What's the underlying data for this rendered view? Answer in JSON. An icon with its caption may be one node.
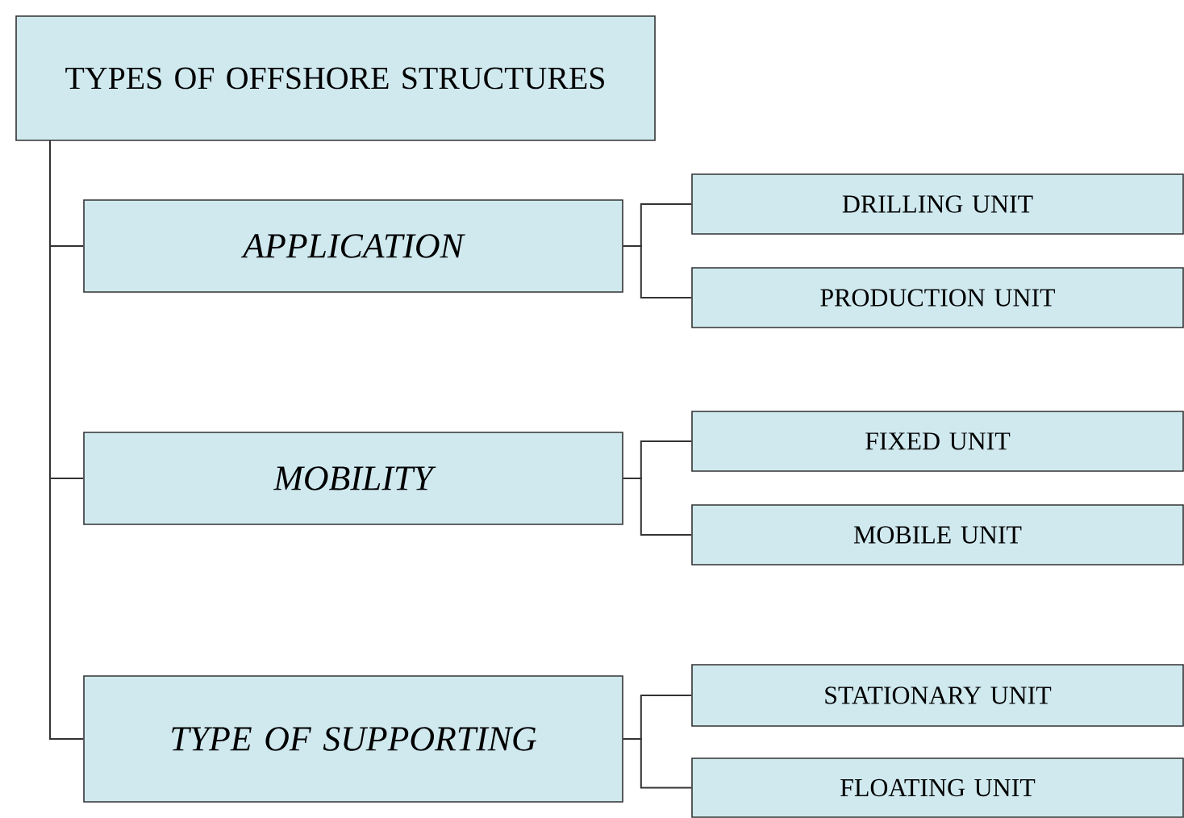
{
  "diagram": {
    "nodes": [
      {
        "text": [
          "TYPES OF OFFSHORE STRUCTURES"
        ]
      },
      {
        "text": [
          "APPLICATION"
        ]
      },
      {
        "text": [
          "DRILLING UNIT"
        ]
      },
      {
        "text": [
          "PRODUCTION UNIT"
        ]
      },
      {
        "text": [
          "MOBILITY"
        ]
      },
      {
        "text": [
          "FIXED UNIT"
        ]
      },
      {
        "text": [
          "MOBILE UNIT"
        ]
      },
      {
        "text": [
          "TYPE OF SUPPORTING"
        ]
      },
      {
        "text": [
          "STATIONARY UNIT"
        ]
      },
      {
        "text": [
          "FLOATING UNIT"
        ]
      }
    ],
    "edges": [
      {
        "from": 0,
        "to": 1,
        "arrow": "none"
      },
      {
        "from": 0,
        "to": 4,
        "arrow": "none"
      },
      {
        "from": 0,
        "to": 7,
        "arrow": "none"
      },
      {
        "from": 1,
        "to": 2,
        "arrow": "none"
      },
      {
        "from": 1,
        "to": 3,
        "arrow": "none"
      },
      {
        "from": 4,
        "to": 5,
        "arrow": "none"
      },
      {
        "from": 4,
        "to": 6,
        "arrow": "none"
      },
      {
        "from": 7,
        "to": 8,
        "arrow": "none"
      },
      {
        "from": 7,
        "to": 9,
        "arrow": "none"
      }
    ]
  }
}
